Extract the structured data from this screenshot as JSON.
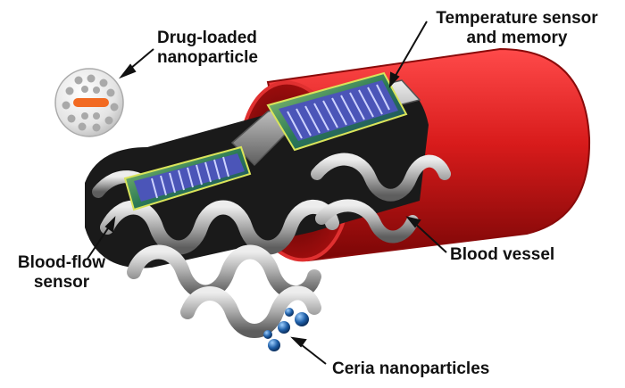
{
  "labels": {
    "drug_loaded_nanoparticle": {
      "line1": "Drug-loaded",
      "line2": "nanoparticle"
    },
    "temperature_sensor": {
      "line1": "Temperature sensor",
      "line2": "and memory"
    },
    "blood_flow_sensor": {
      "line1": "Blood-flow",
      "line2": "sensor"
    },
    "blood_vessel": {
      "line1": "Blood vessel"
    },
    "ceria_nanoparticles": {
      "line1": "Ceria nanoparticles"
    }
  },
  "colors": {
    "vessel_red": "#d81b1b",
    "stent_gray": "#8f8f8f",
    "stent_dark": "#1a1a1a",
    "sensor_blue": "#4b55b8",
    "drug_core": "#f26a22",
    "ceria_blue": "#1f5fa8"
  }
}
